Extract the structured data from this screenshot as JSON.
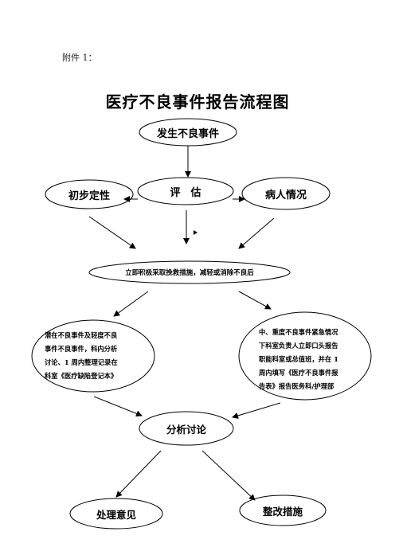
{
  "header": {
    "annex": "附件 1：",
    "title": "医疗不良事件报告流程图"
  },
  "nodes": {
    "occur": "发生不良事件",
    "assess": "评　估",
    "initial": "初步定性",
    "patient": "病人情况",
    "measures": "立即积极采取挽救措施，减轻或消除不良后",
    "minor": [
      "潜在不良事件及轻度不良",
      "事件不良事件，科内分析",
      "讨论、1 周内整理记录在",
      "科室《医疗缺陷登记本》"
    ],
    "severe": [
      "中、重度不良事件紧急情况",
      "下科室负责人立即口头报告",
      "职能科室或总值班，并在 1",
      "周内填写《医疗不良事件报",
      "告表》报告医务科/护理部"
    ],
    "analyze": "分析讨论",
    "handle": "处理意见",
    "rectify": "整改措施"
  }
}
